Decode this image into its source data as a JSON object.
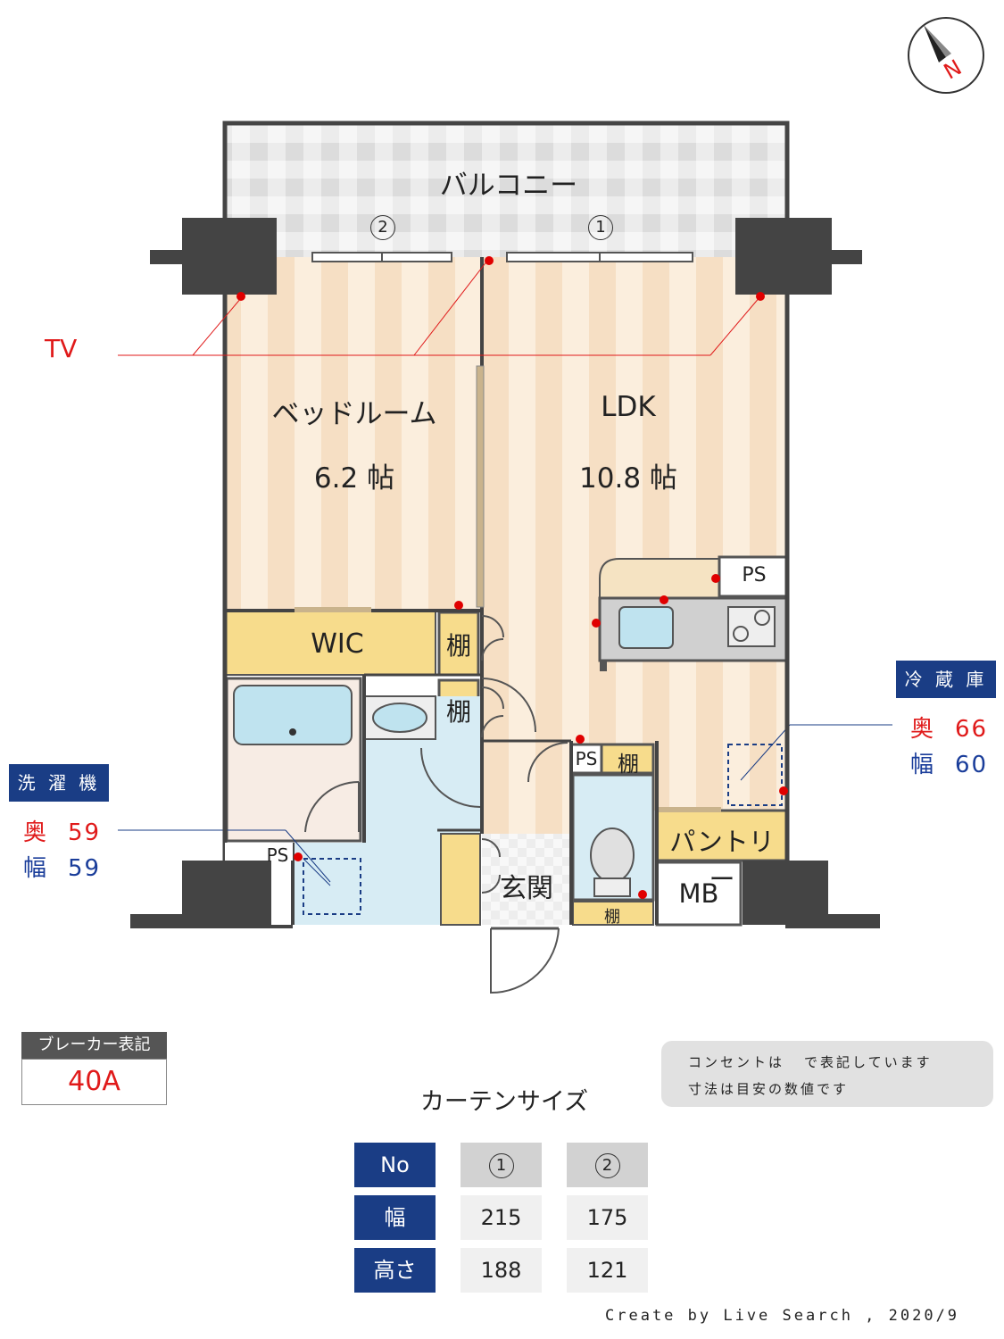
{
  "compass": {
    "label": "N"
  },
  "rooms": {
    "balcony": "バルコニー",
    "bedroom": "ベッドルーム",
    "bedroom_size": "6.2 帖",
    "ldk": "LDK",
    "ldk_size": "10.8 帖",
    "wic": "WIC",
    "shelf": "棚",
    "entrance": "玄関",
    "pantry": "パントリー",
    "mb": "MB",
    "ps": "PS"
  },
  "windows": {
    "w1": "1",
    "w2": "2"
  },
  "tv_label": "TV",
  "fridge": {
    "title": "冷 蔵 庫",
    "depth_label": "奥",
    "depth": "66",
    "width_label": "幅",
    "width": "60"
  },
  "washer": {
    "title": "洗 濯 機",
    "depth_label": "奥",
    "depth": "59",
    "width_label": "幅",
    "width": "59"
  },
  "breaker": {
    "title": "ブレーカー表記",
    "value": "40A"
  },
  "note": {
    "line1": "コンセントは",
    "line1b": "で表記しています",
    "line2": "寸法は目安の数値です"
  },
  "curtain": {
    "title": "カーテンサイズ",
    "row_labels": [
      "No",
      "幅",
      "高さ"
    ],
    "columns": [
      {
        "no": "1",
        "width": "215",
        "height": "188"
      },
      {
        "no": "2",
        "width": "175",
        "height": "121"
      }
    ]
  },
  "credit": "Create by Live Search , 2020/9",
  "colors": {
    "outlet": "#e00000",
    "wall": "#444444",
    "badge": "#1a3d85"
  }
}
